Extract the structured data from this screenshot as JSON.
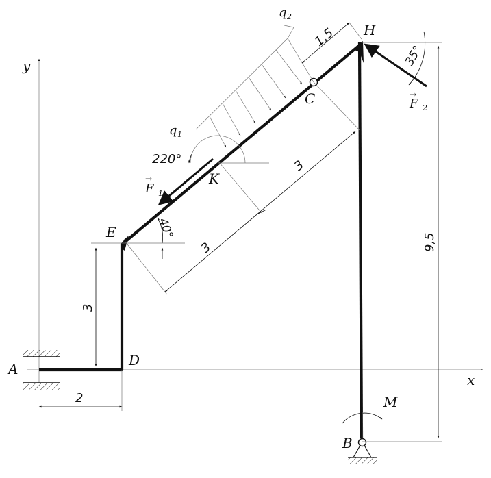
{
  "labels": {
    "A": "A",
    "B": "B",
    "C": "C",
    "D": "D",
    "E": "E",
    "H": "H",
    "K": "K",
    "M": "M",
    "x": "x",
    "y": "y",
    "q1": "q",
    "q1_sub": "1",
    "q2": "q",
    "q2_sub": "2",
    "F1": "F",
    "F1_sub": "1",
    "F2": "F",
    "F2_sub": "2"
  },
  "dimensions": {
    "AD": "2",
    "DE": "3",
    "EK": "3",
    "KC": "3",
    "CH": "1,5",
    "HB": "9,5"
  },
  "angles": {
    "F1": "220°",
    "E": "40°",
    "F2": "35°"
  },
  "icons": {
    "support_A": "fixed-sleeve-support-icon",
    "support_B": "pin-support-icon",
    "hinge_C": "hinge-icon",
    "moment_M": "moment-arrow-icon"
  }
}
